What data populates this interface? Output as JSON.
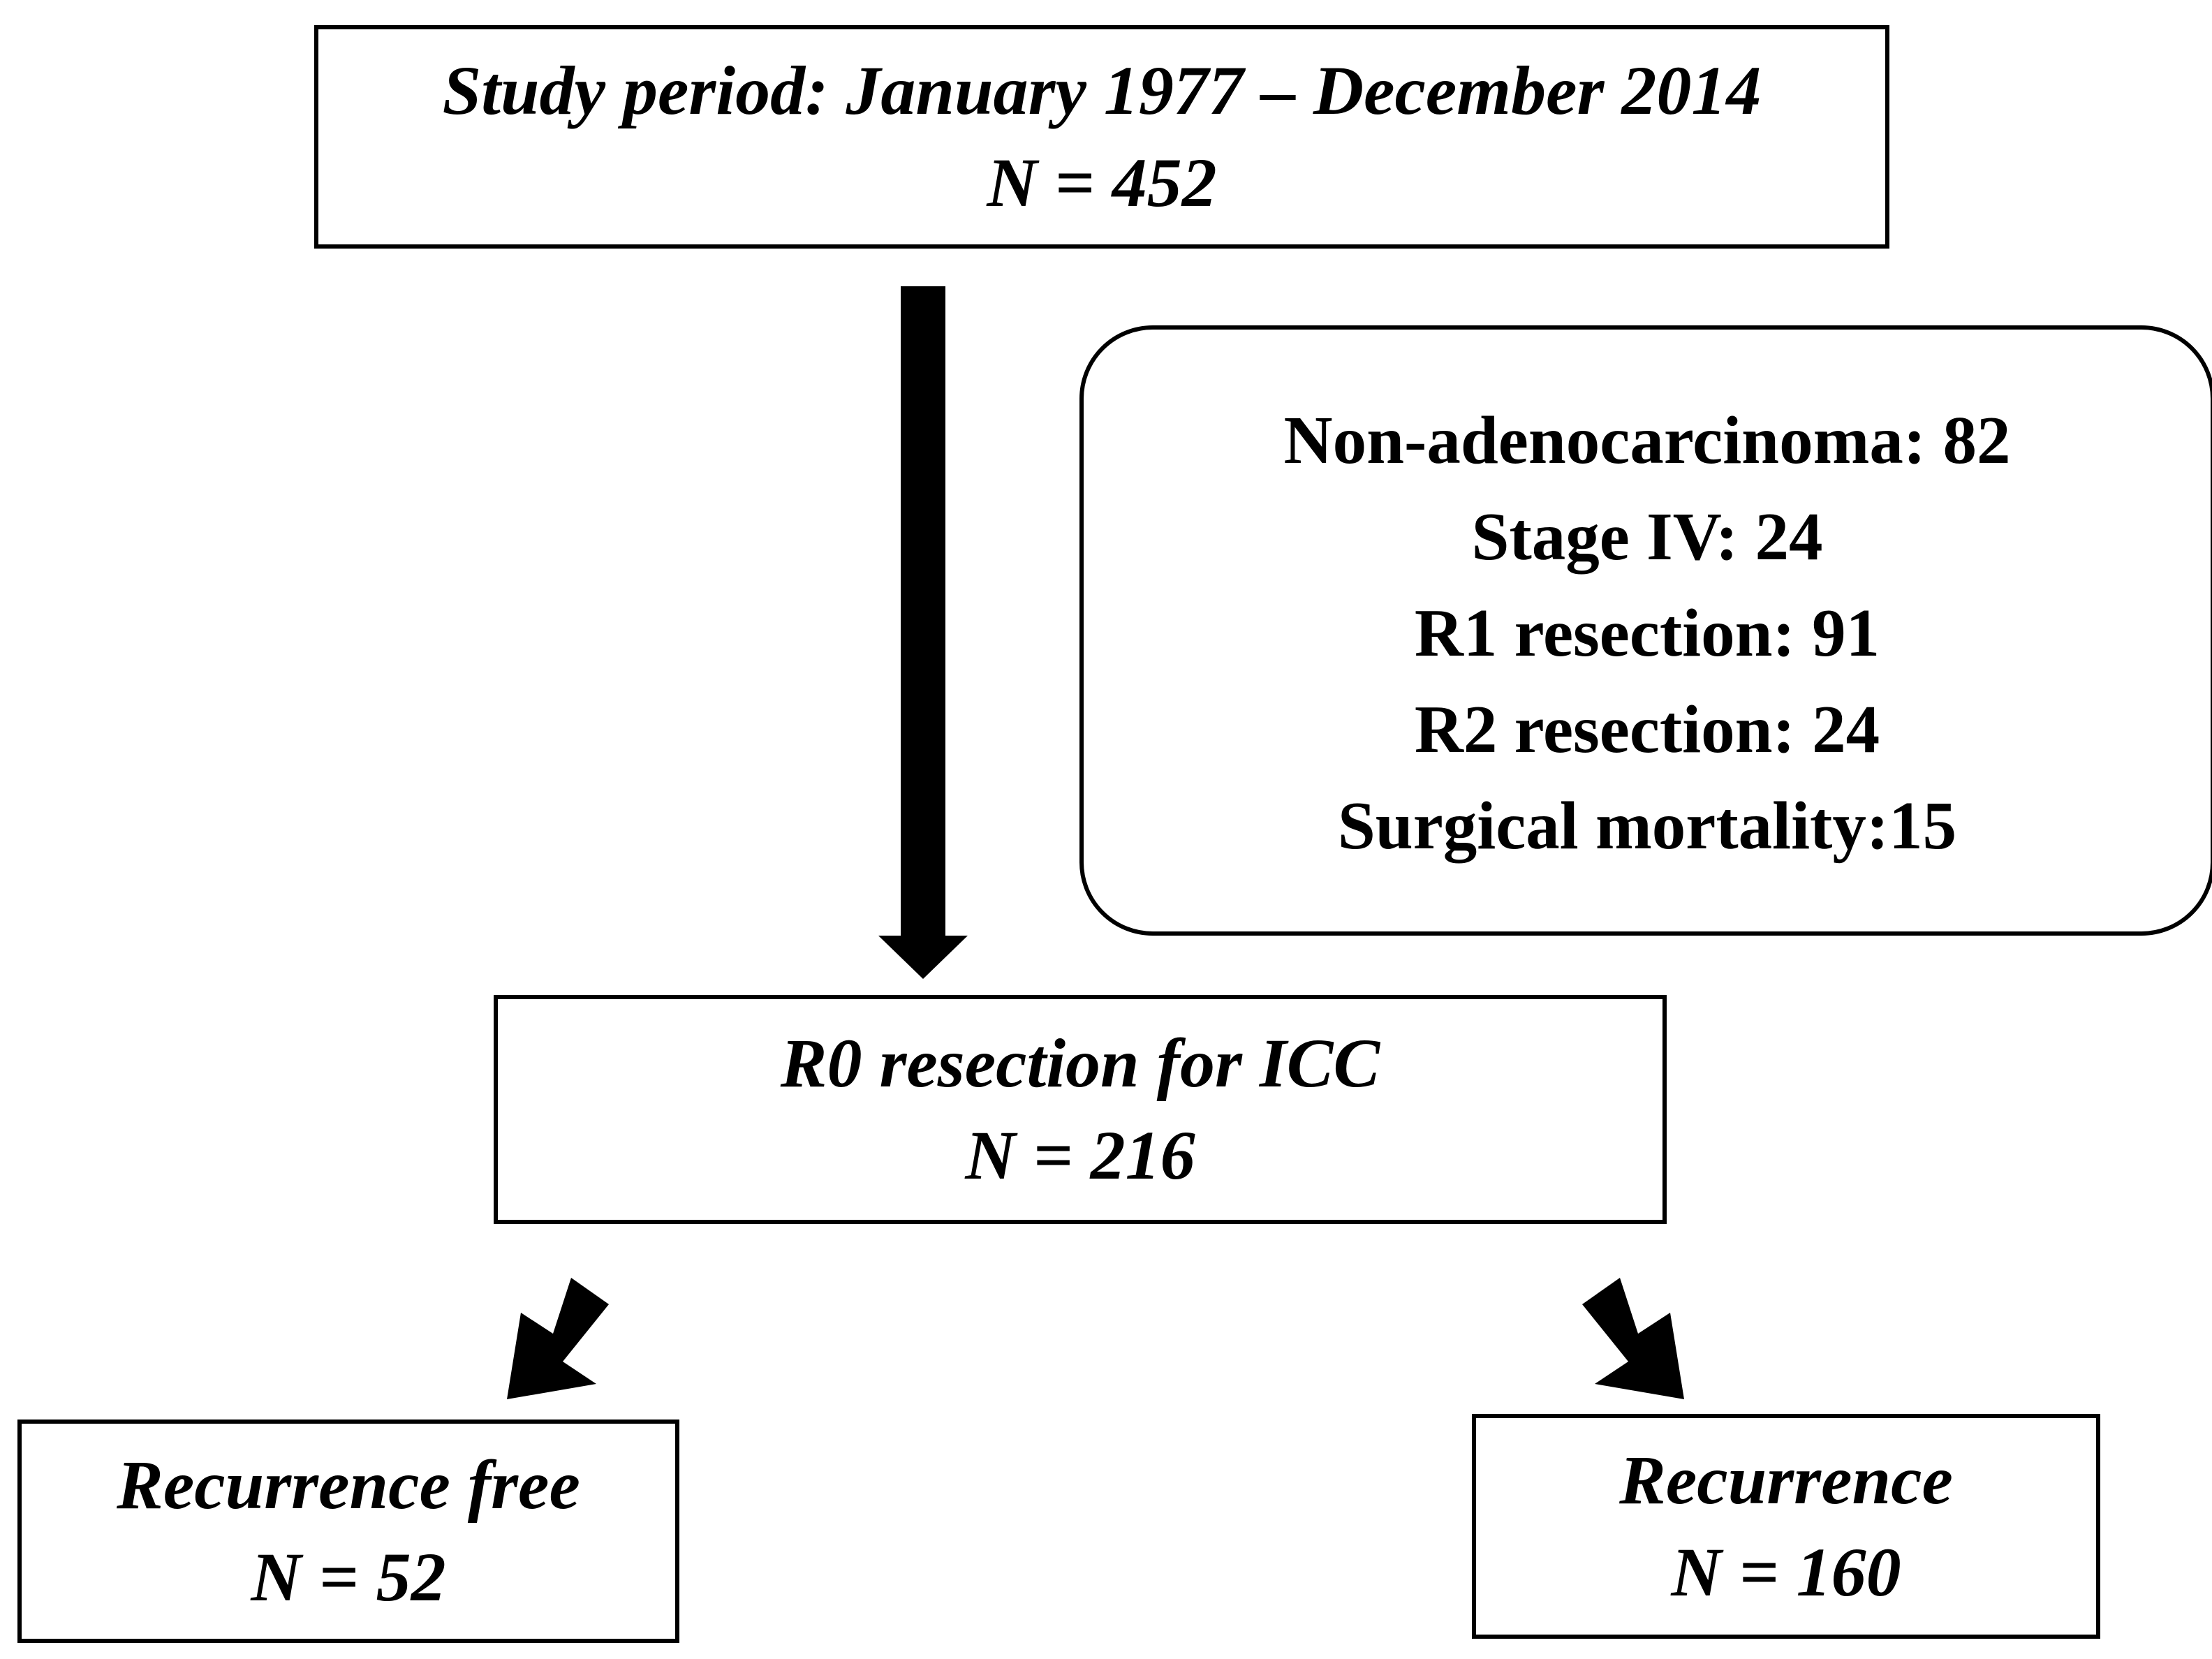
{
  "top_box": {
    "line1": "Study period: January 1977 – December 2014",
    "line2": "N = 452"
  },
  "exclusions": {
    "items": [
      "Non-adenocarcinoma: 82",
      "Stage IV: 24",
      "R1 resection: 91",
      "R2 resection: 24",
      "Surgical mortality:15"
    ]
  },
  "middle_box": {
    "line1": "R0 resection for ICC",
    "line2": "N = 216"
  },
  "left_box": {
    "line1": "Recurrence free",
    "line2": "N = 52"
  },
  "right_box": {
    "line1": "Recurrence",
    "line2": "N = 160"
  },
  "colors": {
    "stroke": "#000000",
    "background": "#ffffff"
  }
}
